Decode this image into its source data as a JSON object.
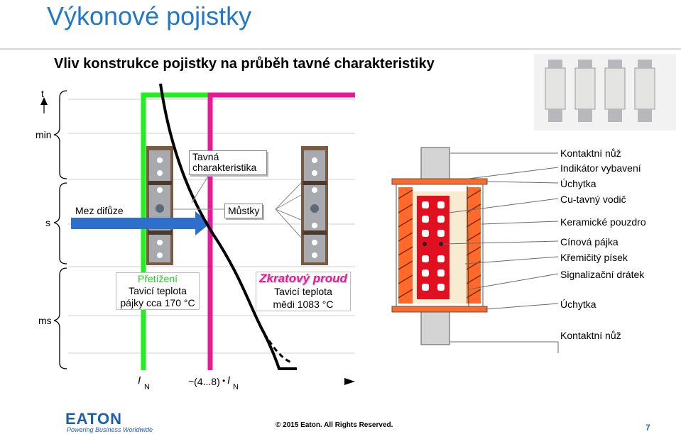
{
  "title": "Výkonové pojistky",
  "subtitle": "Vliv konstrukce pojistky na průběh tavné charakteristiky",
  "y_axis": {
    "label": "t",
    "min_label": "min",
    "s_label": "s",
    "ms_label": "ms"
  },
  "x_axis": {
    "in_symbol": "I",
    "in_sub": "N",
    "range_prefix": "~(4...8)",
    "dot": "•"
  },
  "labels": {
    "diffusion": "Mez difůze",
    "melting_curve": "Tavná charakteristika",
    "bridges": "Můstky",
    "overload_title": "Přetížení",
    "overload_text_1": "Tavicí teplota",
    "overload_text_2": "pájky cca 170 °C",
    "short_title": "Zkratový proud",
    "short_text_1": "Tavicí teplota",
    "short_text_2": "mědi 1083 °C"
  },
  "component_labels": [
    "Kontaktní nůž",
    "Indikátor vybavení",
    "Úchytka",
    "Cu-tavný vodič",
    "Keramické pouzdro",
    "Cínová pájka",
    "Křemičitý písek",
    "Signalizační drátek",
    "Úchytka",
    "Kontaktní nůž"
  ],
  "colors": {
    "title": "#1f78c8",
    "green_zone": "#22ee22",
    "magenta_zone": "#e8189a",
    "arrow_blue": "#2f6fcc",
    "brand": "#1f5faa"
  },
  "footer": {
    "brand": "EATON",
    "tagline": "Powering Business Worldwide",
    "copyright": "© 2015 Eaton. All Rights Reserved.",
    "page": "7"
  }
}
